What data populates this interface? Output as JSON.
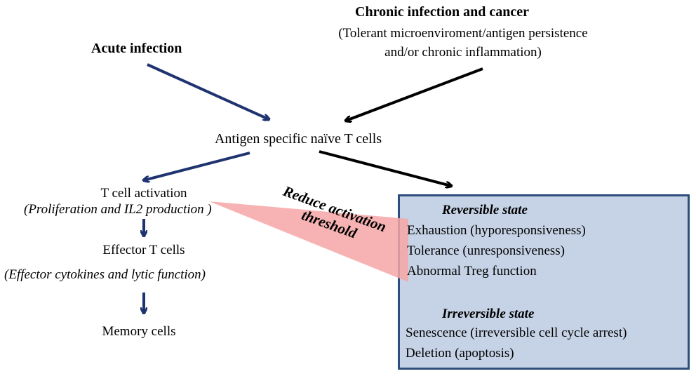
{
  "colors": {
    "acute_arrow": "#1f3370",
    "chronic_arrow": "#000000",
    "box_fill": "#c6d3e6",
    "box_border": "#2d4d7a",
    "wedge": "#f6a6a6"
  },
  "sources": {
    "acute": "Acute infection",
    "chronic_title": "Chronic infection and cancer",
    "chronic_line1": "(Tolerant microenviroment/antigen persistence",
    "chronic_line2": "and/or chronic inflammation)"
  },
  "naive": "Antigen specific naïve T cells",
  "acute_path": {
    "activation": "T cell activation",
    "activation_detail": "(Proliferation and IL2 production )",
    "effector": "Effector T cells",
    "effector_detail": "(Effector cytokines and lytic function)",
    "memory": "Memory cells"
  },
  "wedge_label": {
    "line1": "Reduce activation",
    "line2": "threshold"
  },
  "reversible": {
    "title": "Reversible state",
    "items": [
      "Exhaustion (hyporesponsiveness)",
      "Tolerance (unresponsiveness)",
      "Abnormal Treg function"
    ]
  },
  "irreversible": {
    "title": "Irreversible state",
    "items": [
      "Senescence (irreversible cell cycle arrest)",
      "Deletion (apoptosis)"
    ]
  }
}
